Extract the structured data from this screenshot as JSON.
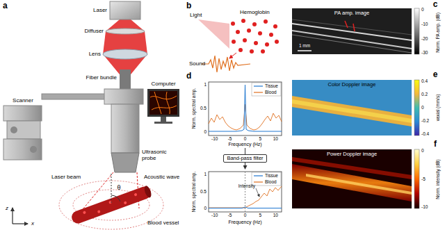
{
  "diagram": {
    "nodes": [
      {
        "text": [
          "Band-pass filter"
        ]
      }
    ],
    "labels": [
      "a",
      "Laser",
      "Diffuser",
      "Lens",
      "Fiber bundle",
      "Computer",
      "Scanner",
      "Ultrasonic probe",
      "Laser beam",
      "Acoustic wave",
      "θ",
      "Blood vessel",
      "z",
      "x",
      "b",
      "Light",
      "Hemoglobin",
      "Sound",
      "c",
      "PA amp. image",
      "1 mm",
      "0",
      "-10",
      "-20",
      "-30",
      "Norm. PA amp. (dB)",
      "d",
      "Norm. spectral amp.",
      "1",
      "0.5",
      "0",
      "-10",
      "-5",
      "0",
      "5",
      "10",
      "Frequency (Hz)",
      "Norm. spectral amp.",
      "1",
      "0.5",
      "0",
      "-10",
      "-5",
      "0",
      "5",
      "10",
      "Frequency (Hz)",
      "Intensity",
      "e",
      "Color Doppler image",
      "0.4",
      "0.2",
      "0",
      "-0.2",
      "-0.4",
      "vaxial (mm/s)",
      "f",
      "Power Doppler image",
      "0",
      "-5",
      "-10",
      "Norm. intensity (dB)"
    ],
    "legend": [
      {
        "text": "Tissue"
      },
      {
        "text": "Blood"
      },
      {
        "text": "Tissue"
      },
      {
        "text": "Blood"
      }
    ]
  }
}
